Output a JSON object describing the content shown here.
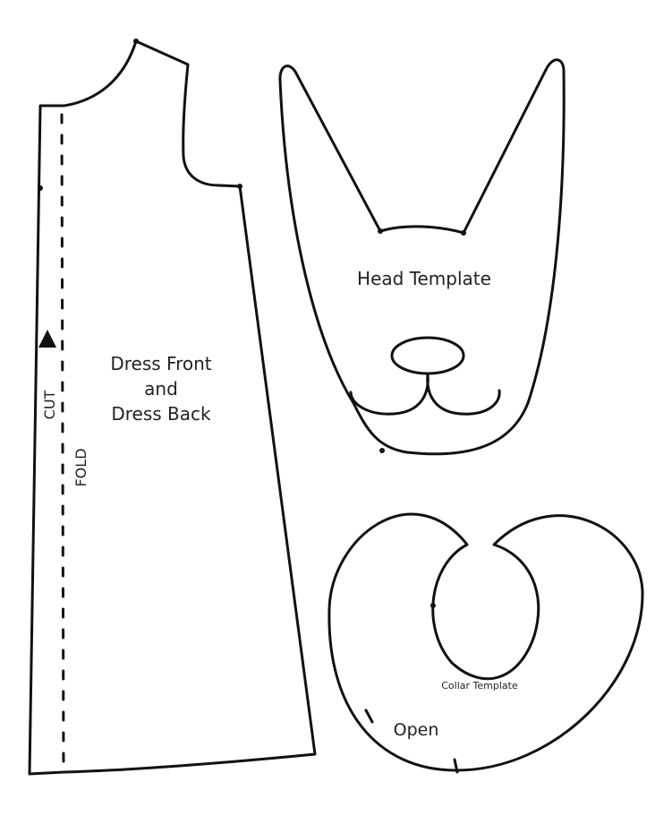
{
  "dress": {
    "title_line1": "Dress Front",
    "title_line2": "and",
    "title_line3": "Dress Back",
    "cut_label": "CUT",
    "fold_label": "FOLD"
  },
  "head": {
    "title": "Head Template"
  },
  "collar": {
    "title": "Collar Template",
    "open_label": "Open"
  }
}
